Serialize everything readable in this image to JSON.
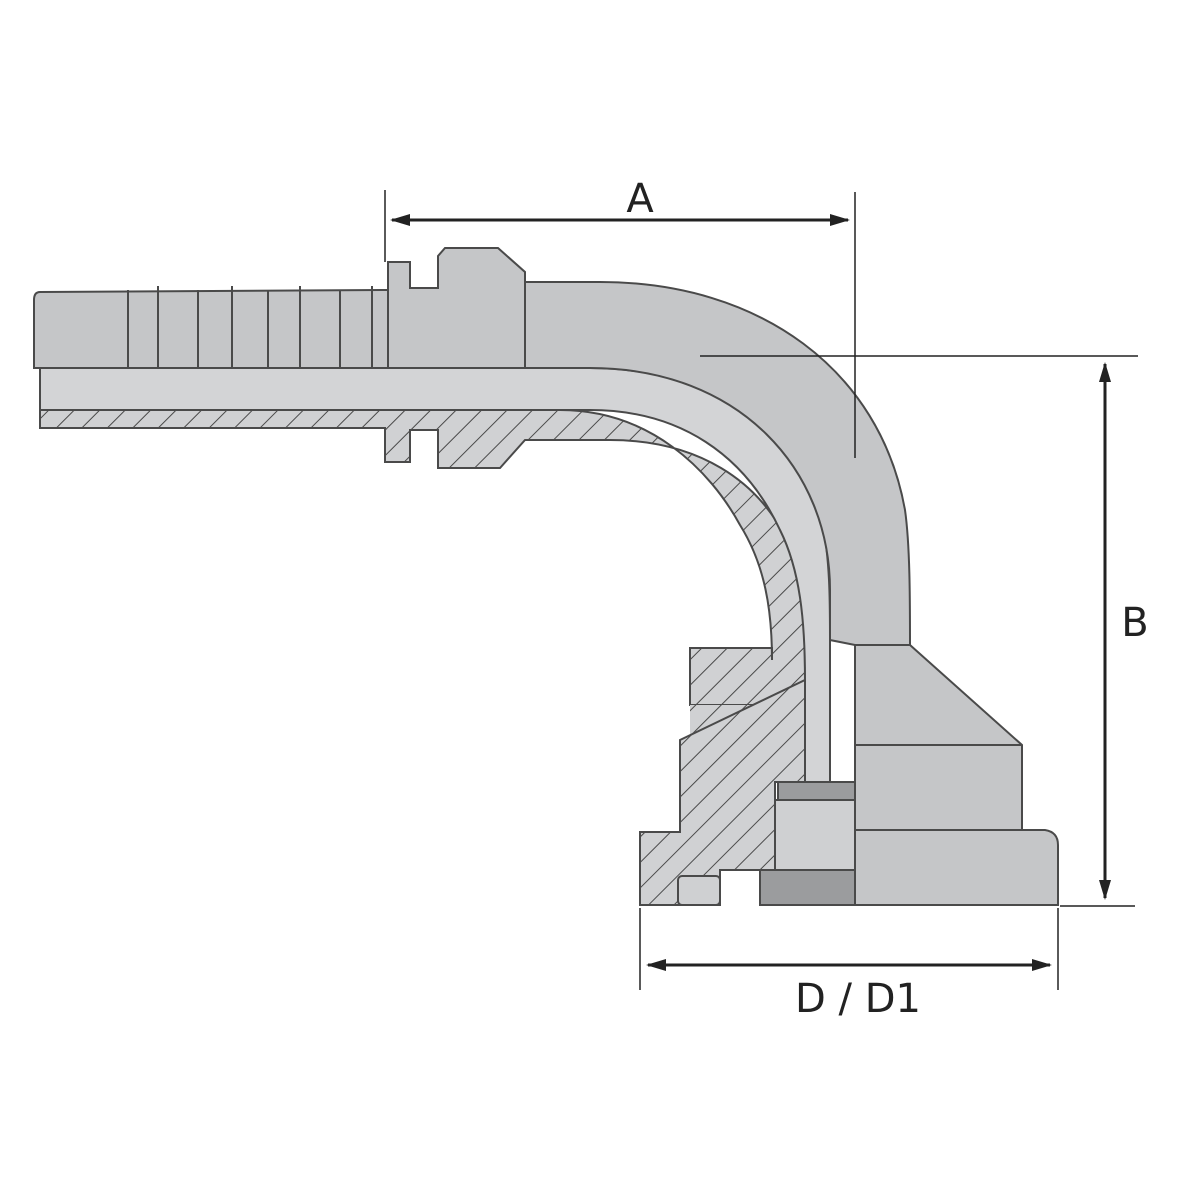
{
  "diagram": {
    "dimensions": {
      "a_label": "A",
      "b_label": "B",
      "d_label": "D / D1"
    },
    "colors": {
      "metal_fill": "#c5c6c8",
      "metal_light": "#d3d4d6",
      "metal_dark": "#9b9c9e",
      "outline": "#4a4a4a",
      "section_bg": "#d0d1d3",
      "hatch": "#4a4a4a",
      "dim_line": "#222222"
    }
  }
}
